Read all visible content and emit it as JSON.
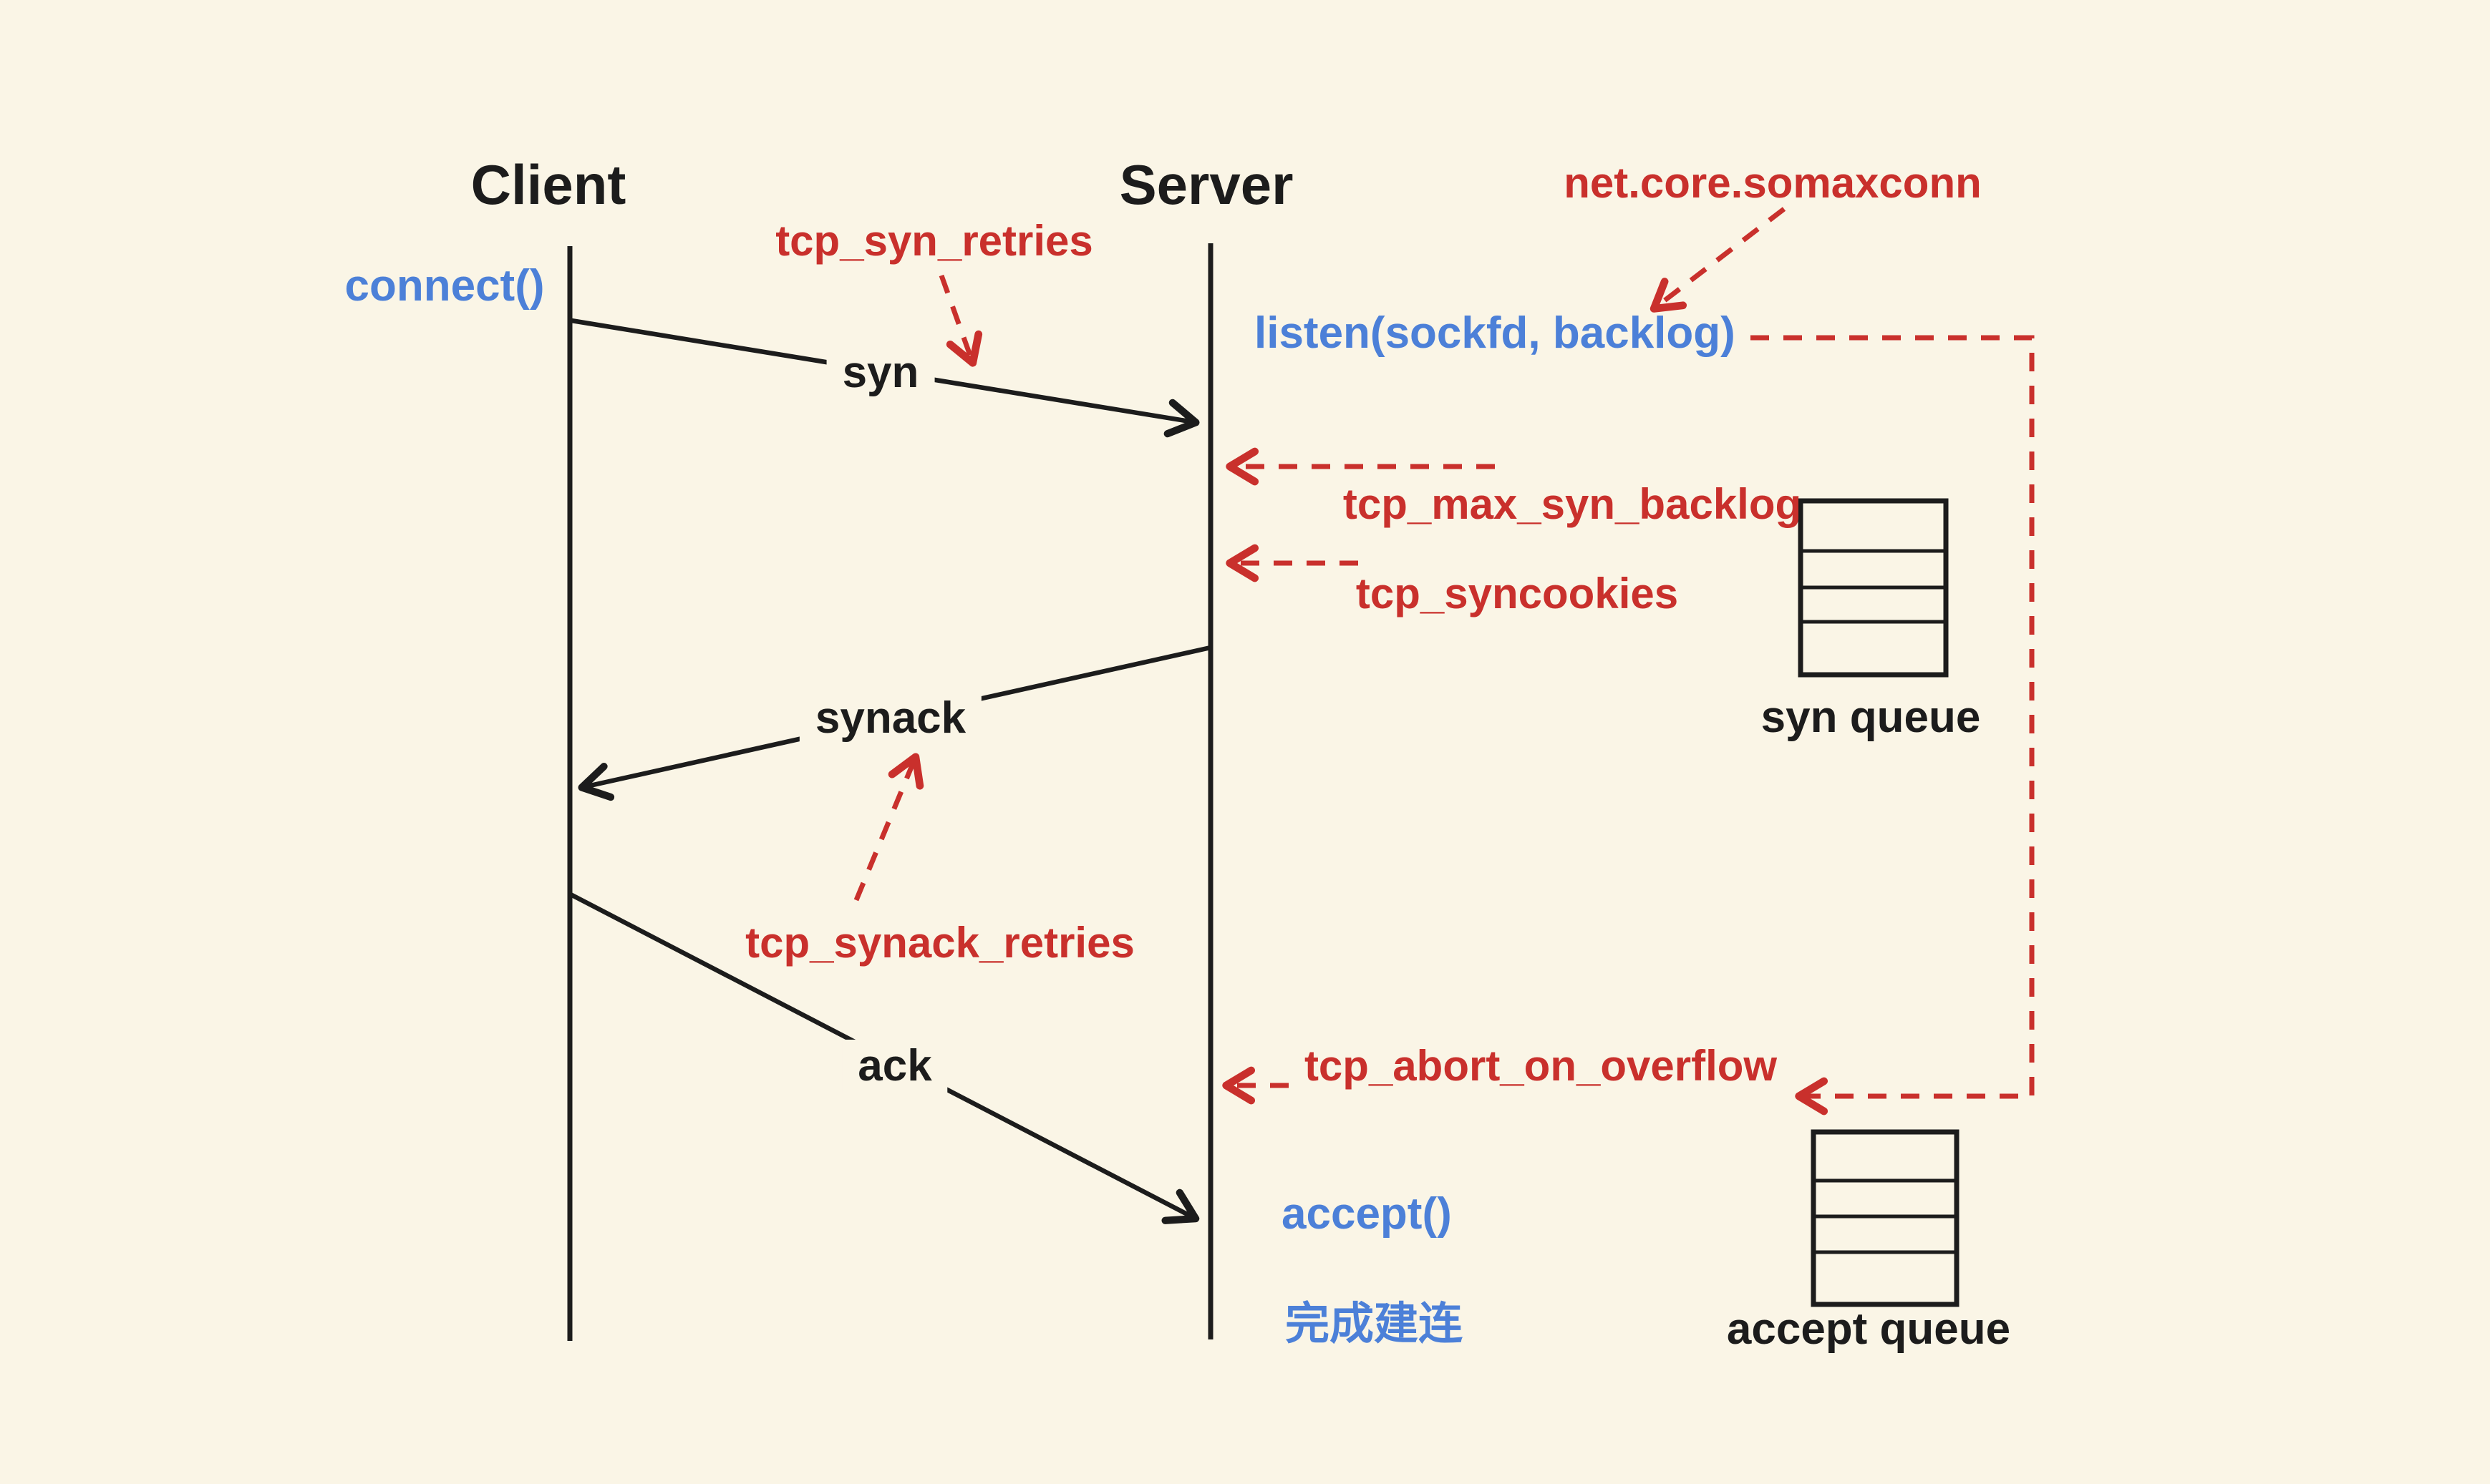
{
  "actors": {
    "client": "Client",
    "server": "Server"
  },
  "syscalls": {
    "connect": "connect()",
    "listen": "listen(sockfd, backlog)",
    "accept": "accept()",
    "established": "完成建连"
  },
  "messages": {
    "syn": "syn",
    "synack": "synack",
    "ack": "ack"
  },
  "kernel_params": {
    "somaxconn": "net.core.somaxconn",
    "tcp_syn_retries": "tcp_syn_retries",
    "tcp_max_syn_backlog": "tcp_max_syn_backlog",
    "tcp_syncookies": "tcp_syncookies",
    "tcp_synack_retries": "tcp_synack_retries",
    "tcp_abort_on_overflow": "tcp_abort_on_overflow"
  },
  "queues": {
    "syn_queue": {
      "label": "syn queue",
      "slots": 4
    },
    "accept_queue": {
      "label": "accept queue",
      "slots": 4
    }
  },
  "colors": {
    "background": "#FAF5E6",
    "param_red": "#C9302C",
    "syscall_blue": "#4C80D8",
    "line_black": "#1C1C1C"
  }
}
